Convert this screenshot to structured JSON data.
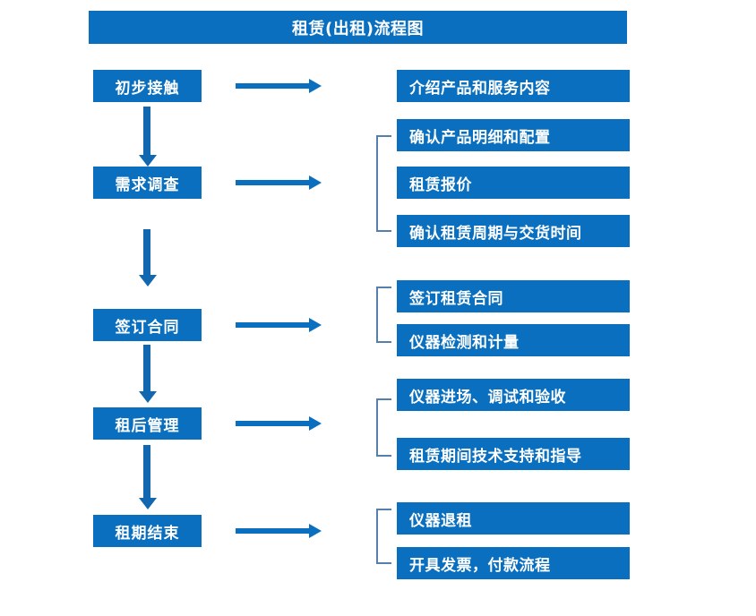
{
  "diagram": {
    "title": "租赁(出租)流程图",
    "colors": {
      "box_fill": "#0a6fbf",
      "box_text": "#ffffff",
      "arrow": "#0a6fbf",
      "bracket": "#5580ad",
      "background": "#ffffff"
    },
    "stages": [
      {
        "label": "初步接触"
      },
      {
        "label": "需求调查"
      },
      {
        "label": "签订合同"
      },
      {
        "label": "租后管理"
      },
      {
        "label": "租期结束"
      }
    ],
    "details": [
      {
        "label": "介绍产品和服务内容"
      },
      {
        "label": "确认产品明细和配置"
      },
      {
        "label": "租赁报价"
      },
      {
        "label": "确认租赁周期与交货时间"
      },
      {
        "label": "签订租赁合同"
      },
      {
        "label": "仪器检测和计量"
      },
      {
        "label": "仪器进场、调试和验收"
      },
      {
        "label": "租赁期间技术支持和指导"
      },
      {
        "label": "仪器退租"
      },
      {
        "label": "开具发票，付款流程"
      }
    ]
  },
  "chart_data": {
    "type": "diagram",
    "title": "租赁(出租)流程图",
    "flow_nodes": [
      "初步接触",
      "需求调查",
      "签订合同",
      "租后管理",
      "租期结束"
    ],
    "flow_edges": [
      [
        "初步接触",
        "需求调查"
      ],
      [
        "需求调查",
        "签订合同"
      ],
      [
        "签订合同",
        "租后管理"
      ],
      [
        "租后管理",
        "租期结束"
      ]
    ],
    "stage_details": [
      {
        "stage": "初步接触",
        "items": [
          "介绍产品和服务内容"
        ],
        "bracketed": false
      },
      {
        "stage": "需求调查",
        "items": [
          "确认产品明细和配置",
          "租赁报价",
          "确认租赁周期与交货时间"
        ],
        "bracketed": true
      },
      {
        "stage": "签订合同",
        "items": [
          "签订租赁合同",
          "仪器检测和计量"
        ],
        "bracketed": true
      },
      {
        "stage": "租后管理",
        "items": [
          "仪器进场、调试和验收",
          "租赁期间技术支持和指导"
        ],
        "bracketed": true
      },
      {
        "stage": "租期结束",
        "items": [
          "仪器退租",
          "开具发票，付款流程"
        ],
        "bracketed": true
      }
    ]
  }
}
